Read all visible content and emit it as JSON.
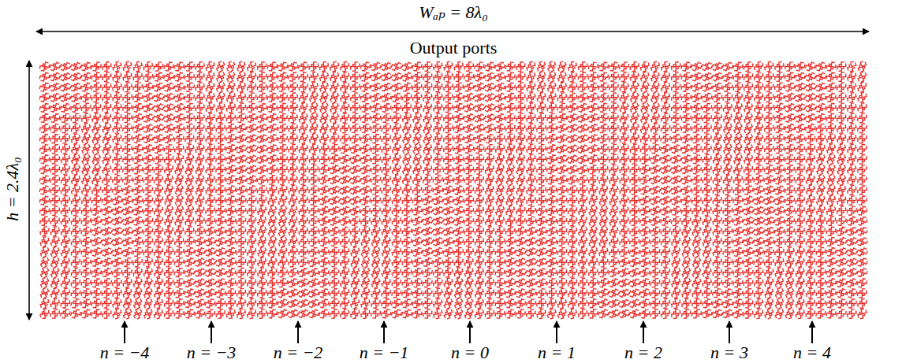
{
  "diagram": {
    "labels": [
      "Wₐₚ = 8λ₀",
      "Output ports",
      "h = 2.4λ₀",
      "n = −4",
      "n = −3",
      "n = −2",
      "n = −1",
      "n = 0",
      "n = 1",
      "n = 2",
      "n = 3",
      "n = 4"
    ]
  }
}
